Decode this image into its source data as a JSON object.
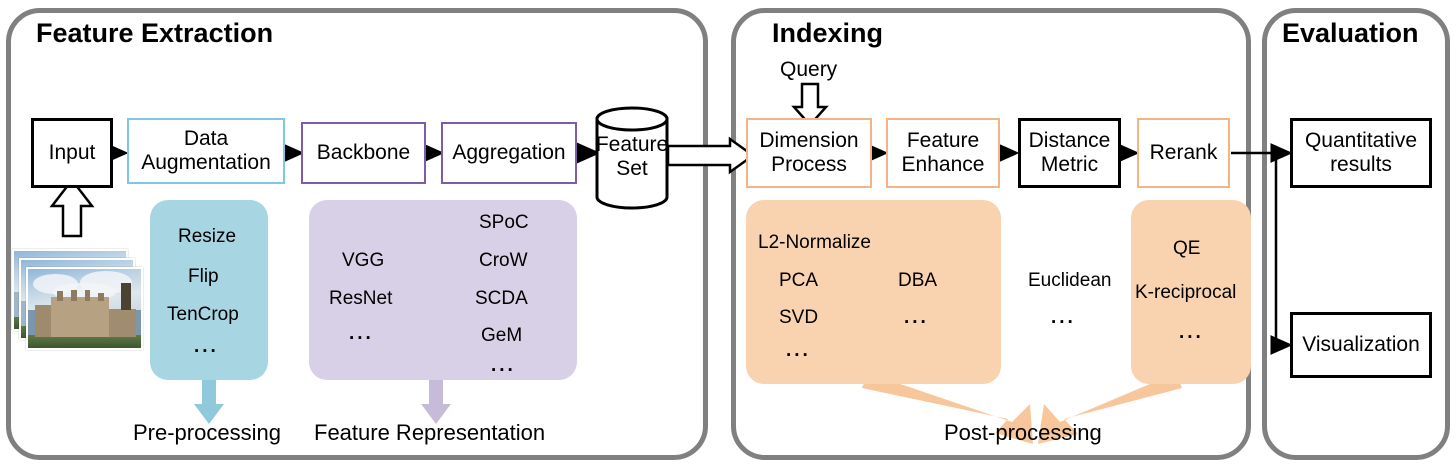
{
  "diagram": {
    "title_hidden": "Image retrieval pipeline overview",
    "panels": [
      {
        "id": "feature-extraction",
        "title": "Feature Extraction"
      },
      {
        "id": "indexing",
        "title": "Indexing"
      },
      {
        "id": "evaluation",
        "title": "Evaluation"
      }
    ]
  },
  "feature_extraction": {
    "nodes": {
      "input": "Input",
      "data_augmentation": "Data\nAugmentation",
      "data_augmentation_line1": "Data",
      "data_augmentation_line2": "Augmentation",
      "backbone": "Backbone",
      "aggregation": "Aggregation",
      "feature_set_line1": "Feature",
      "feature_set_line2": "Set"
    },
    "preprocessing_blob": {
      "items": [
        "Resize",
        "Flip",
        "TenCrop",
        "..."
      ],
      "color": "#a8d5e2"
    },
    "representation_blob": {
      "left_items": [
        "VGG",
        "ResNet",
        "..."
      ],
      "right_items": [
        "SPoC",
        "CroW",
        "SCDA",
        "GeM",
        "..."
      ],
      "color": "#d8d0e6"
    },
    "captions": {
      "preprocessing": "Pre-processing",
      "representation": "Feature Representation"
    },
    "input_image_alt": "stacked query photographs of a college building"
  },
  "indexing": {
    "query_label": "Query",
    "nodes": {
      "dimension_process_line1": "Dimension",
      "dimension_process_line2": "Process",
      "feature_enhance_line1": "Feature",
      "feature_enhance_line2": "Enhance",
      "distance_metric_line1": "Distance",
      "distance_metric_line2": "Metric",
      "rerank": "Rerank"
    },
    "dimension_blob": {
      "left_items": [
        "L2-Normalize",
        "PCA",
        "SVD",
        "..."
      ],
      "right_items": [
        "DBA",
        "..."
      ],
      "color": "#f9d3b0"
    },
    "distance_items": [
      "Euclidean",
      "..."
    ],
    "rerank_blob": {
      "items": [
        "QE",
        "K-reciprocal",
        "..."
      ],
      "color": "#f9d3b0"
    },
    "caption": "Post-processing"
  },
  "evaluation": {
    "nodes": {
      "quantitative_line1": "Quantitative",
      "quantitative_line2": "results",
      "visualization": "Visualization"
    }
  },
  "colors": {
    "panel_border": "#808080",
    "blue_border": "#7ec8e3",
    "purple_border": "#7b5ea7",
    "orange_border": "#f6b184",
    "cyan_fill": "#a8d5e2",
    "lilac_fill": "#d8d0e6",
    "peach_fill": "#f9d3b0",
    "black": "#000000"
  }
}
